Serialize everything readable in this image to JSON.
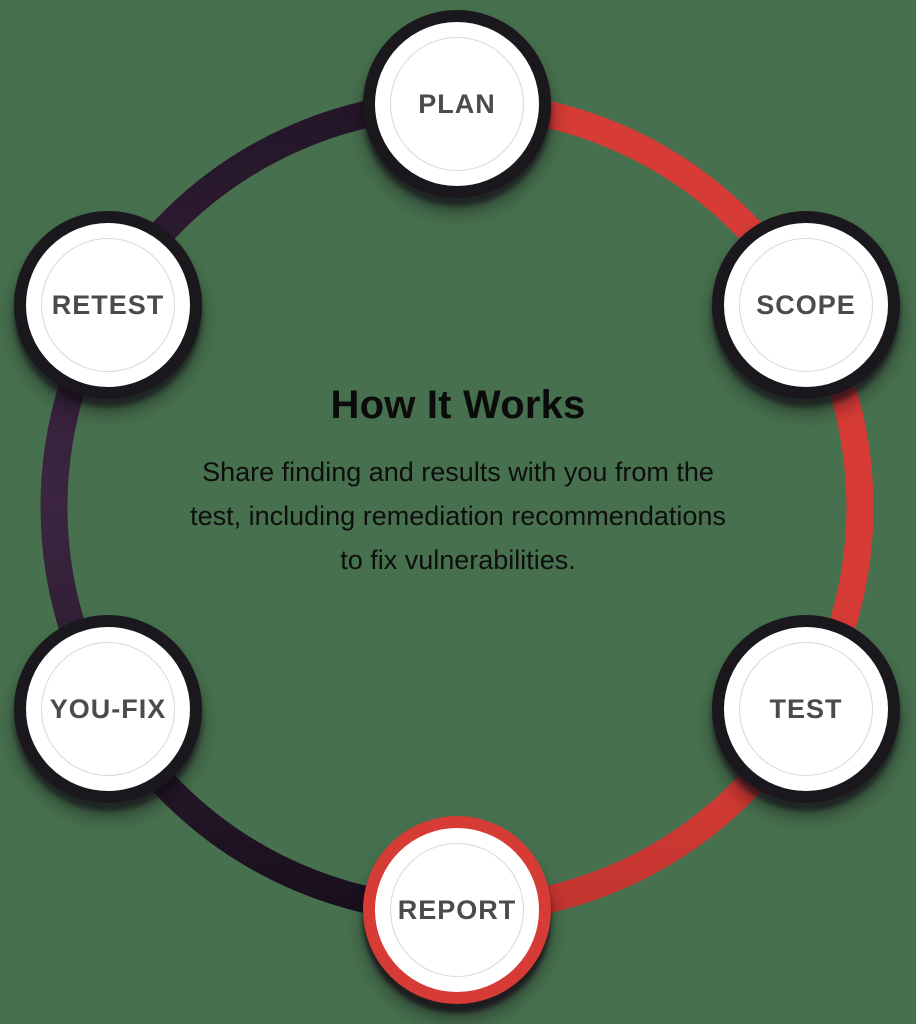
{
  "center": {
    "title": "How It Works",
    "description": "Share finding and results with you from the test, including remediation recommendations to fix vulnerabilities."
  },
  "steps": [
    {
      "label": "PLAN",
      "highlighted": false
    },
    {
      "label": "SCOPE",
      "highlighted": false
    },
    {
      "label": "TEST",
      "highlighted": false
    },
    {
      "label": "REPORT",
      "highlighted": true
    },
    {
      "label": "YOU-FIX",
      "highlighted": false
    },
    {
      "label": "RETEST",
      "highlighted": false
    }
  ],
  "colors": {
    "background": "#47714E",
    "ring_red": "#D63B35",
    "ring_dark_top": "#241528",
    "ring_dark_mid": "#3C2541",
    "ring_dark_bottom": "#190F1C",
    "node_border_dark": "#1A171D",
    "node_border_highlight": "#D63B35",
    "node_fill": "#FFFFFF",
    "node_inner_ring": "#D8D8D8",
    "label_text": "#4B4B4B",
    "heading_text": "#0B0B0C"
  }
}
